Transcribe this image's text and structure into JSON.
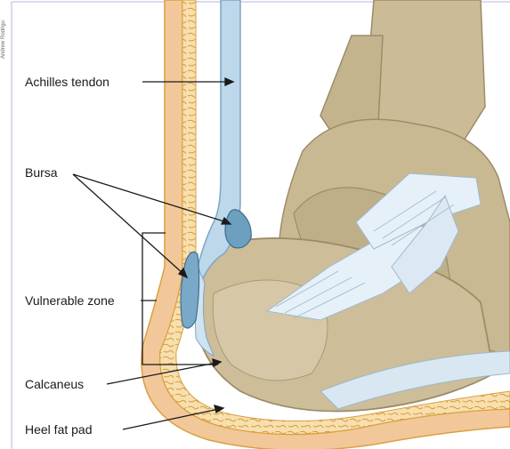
{
  "labels": {
    "achilles_tendon": "Achilles tendon",
    "bursa": "Bursa",
    "vulnerable_zone": "Vulnerable zone",
    "calcaneus": "Calcaneus",
    "heel_fat_pad": "Heel fat pad"
  },
  "credit": "Andrew Rodrigu",
  "colors": {
    "bone": "#c9b993",
    "bone_shadow": "#9c8c68",
    "tendon": "#bcd8ea",
    "bursa": "#6d9fbf",
    "skin": "#f2c89a",
    "fat": "#f6dca8",
    "fat_outline": "#d9a040",
    "ligament": "#e6f0f8"
  }
}
